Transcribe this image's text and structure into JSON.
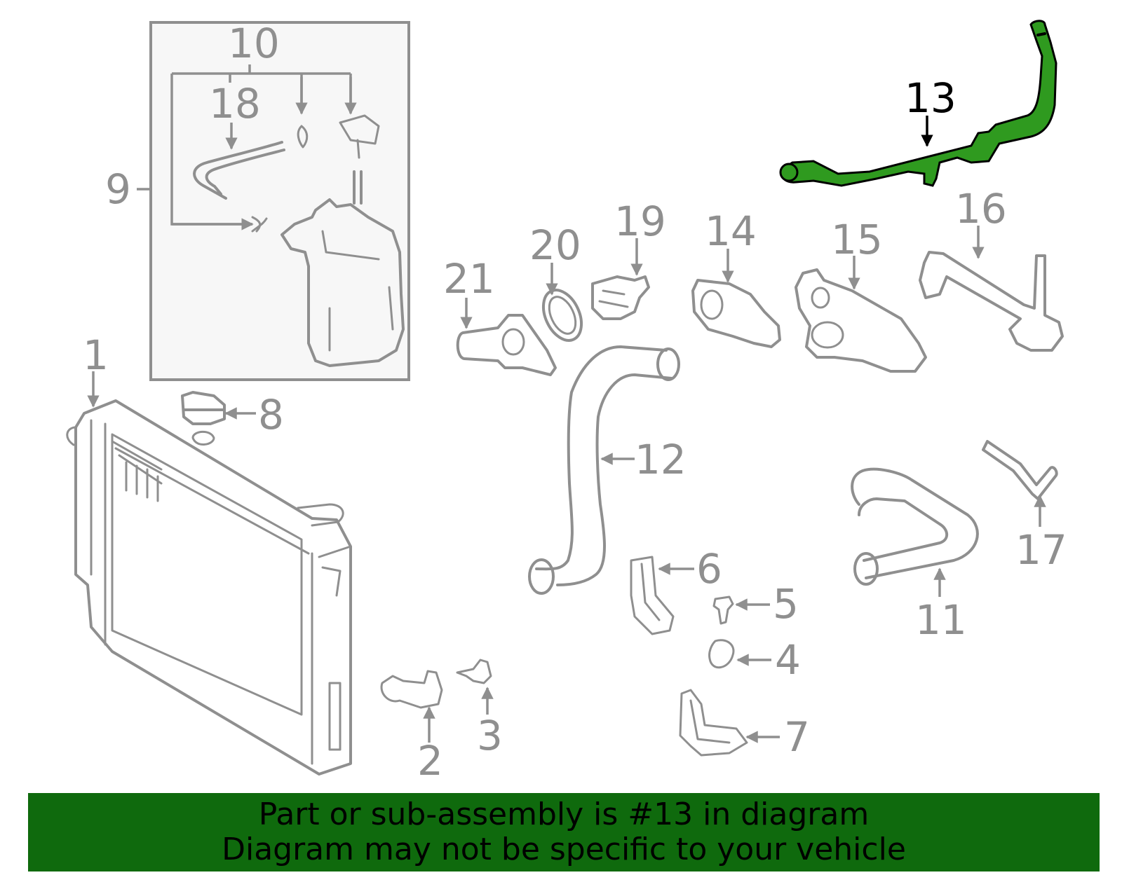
{
  "callouts": {
    "c1": "1",
    "c2": "2",
    "c3": "3",
    "c4": "4",
    "c5": "5",
    "c6": "6",
    "c7": "7",
    "c8": "8",
    "c9": "9",
    "c10": "10",
    "c11": "11",
    "c12": "12",
    "c13": "13",
    "c14": "14",
    "c15": "15",
    "c16": "16",
    "c17": "17",
    "c18": "18",
    "c19": "19",
    "c20": "20",
    "c21": "21"
  },
  "highlight_part": "13",
  "banner": {
    "line1": "Part or sub-assembly is #13 in diagram",
    "line2": "Diagram may not be specific to your vehicle"
  },
  "colors": {
    "highlight": "#2f9a1f",
    "banner": "#0f6a0d",
    "parts": "#8f8f8f"
  }
}
